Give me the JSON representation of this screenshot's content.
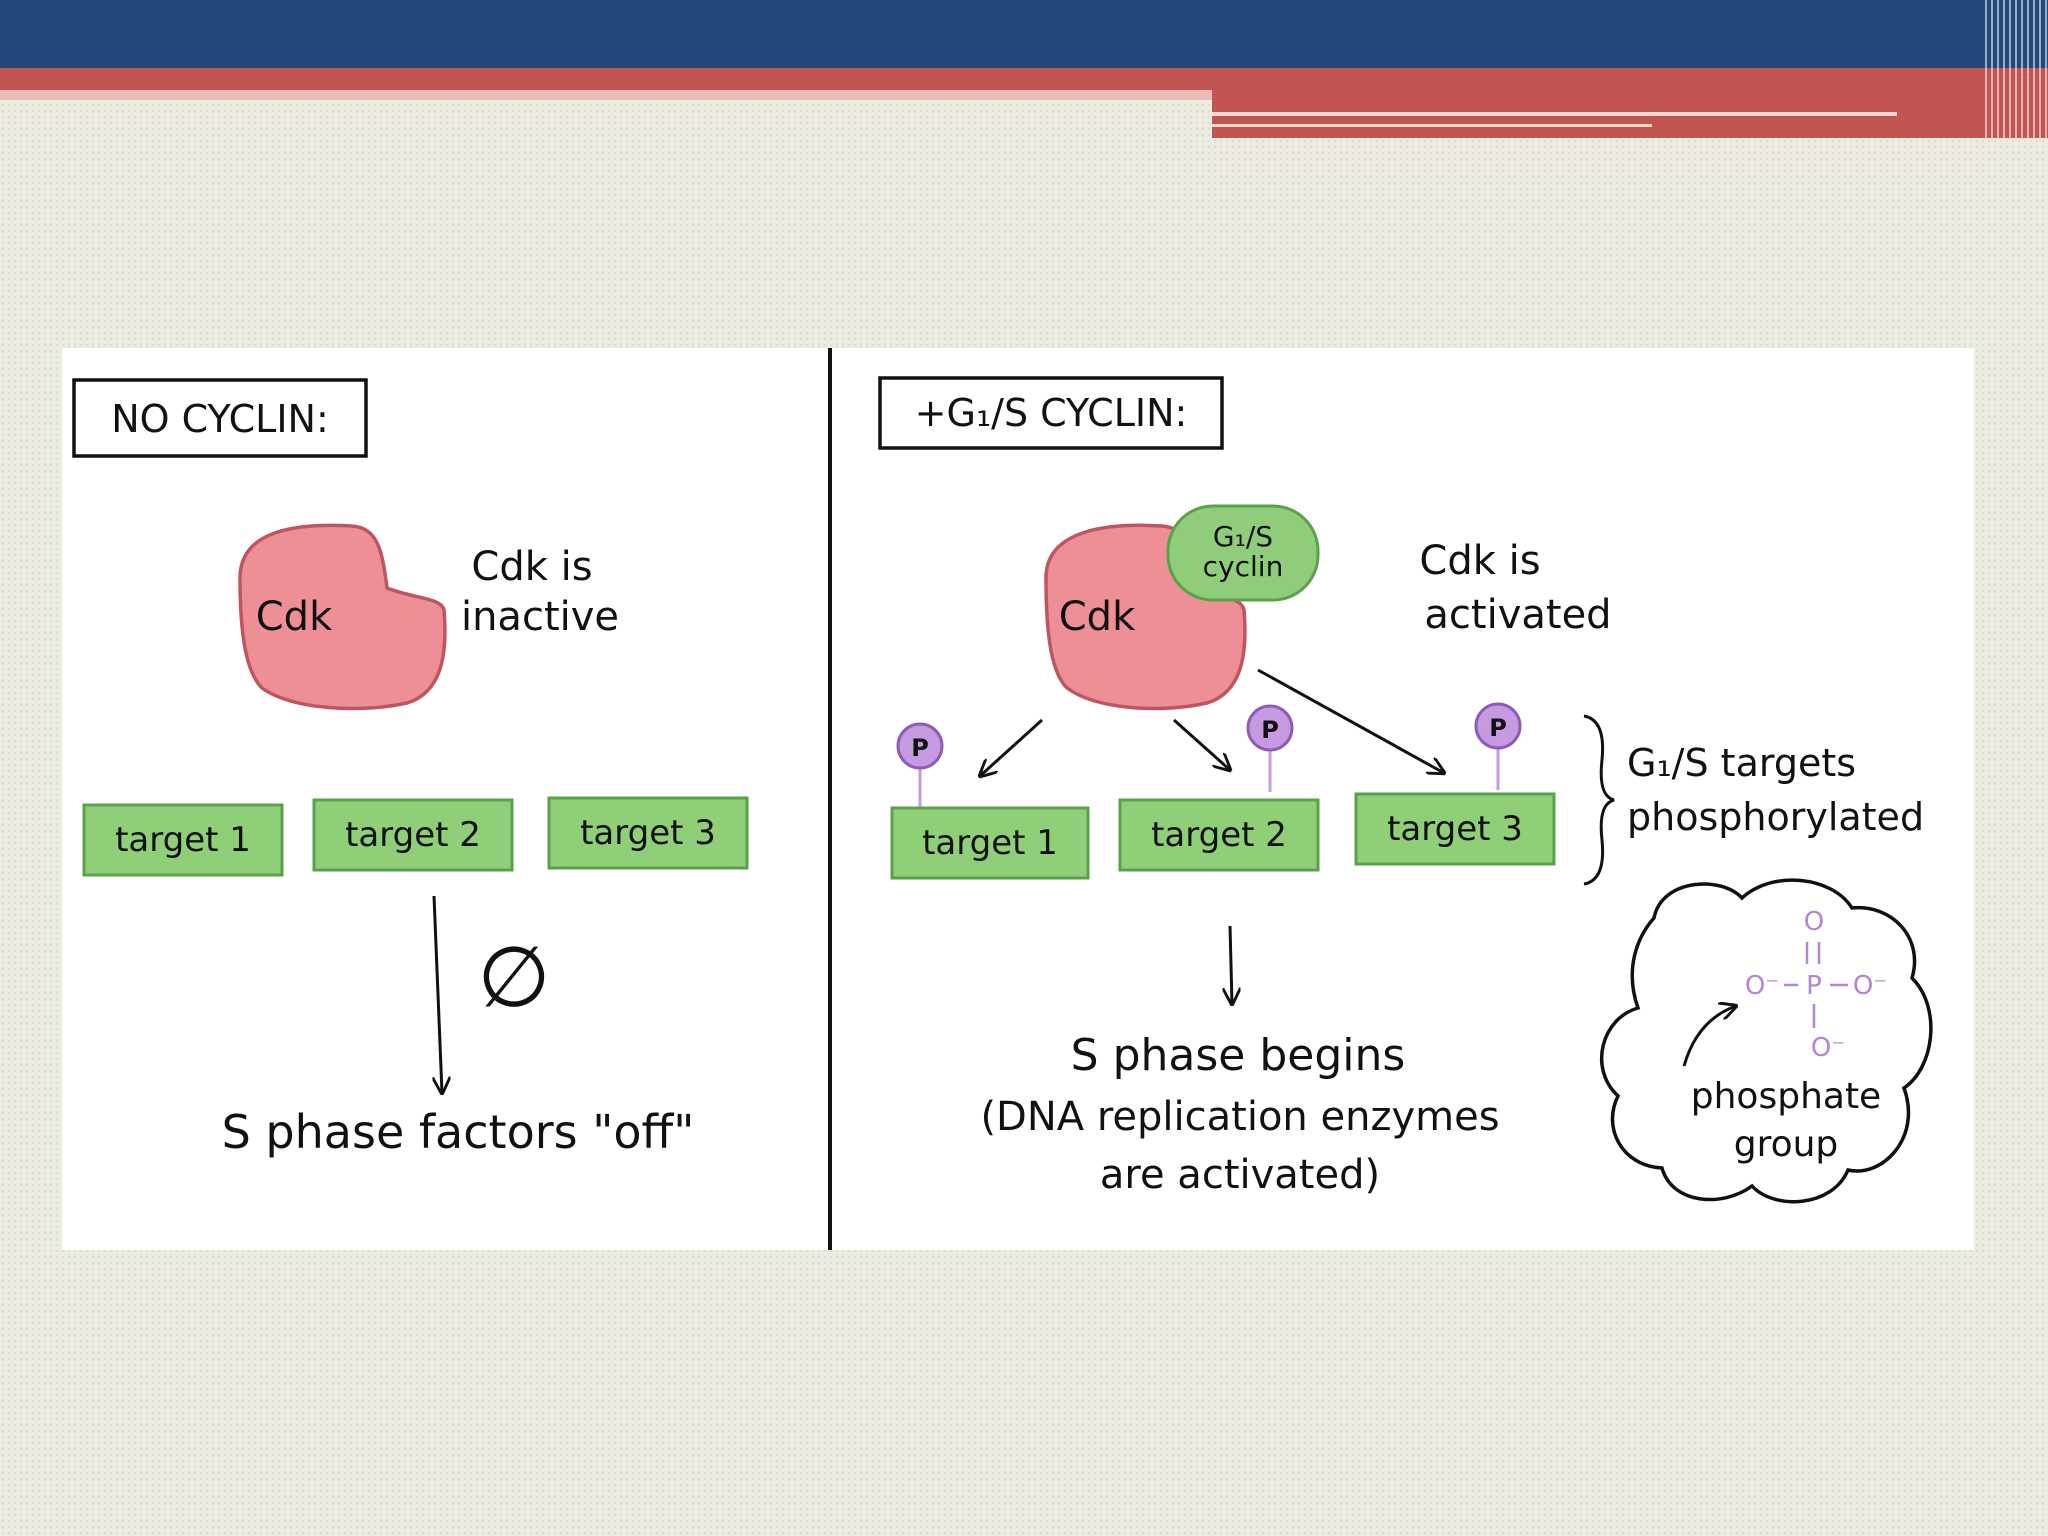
{
  "left_panel": {
    "header": "NO CYCLIN:",
    "cdk_label": "Cdk",
    "status_line1": "Cdk is",
    "status_line2": "inactive",
    "targets": [
      "target 1",
      "target 2",
      "target 3"
    ],
    "null_symbol": "∅",
    "result": "S phase factors \"off\""
  },
  "right_panel": {
    "header": "+G₁/S CYCLIN:",
    "cdk_label": "Cdk",
    "cyclin_line1": "G₁/S",
    "cyclin_line2": "cyclin",
    "status_line1": "Cdk is",
    "status_line2": "activated",
    "phospho_label": "P",
    "targets": [
      "target 1",
      "target 2",
      "target 3"
    ],
    "brace_line1": "G₁/S targets",
    "brace_line2": "phosphorylated",
    "result_line1": "S phase begins",
    "result_line2": "(DNA replication enzymes",
    "result_line3": "are activated)",
    "phosphate": {
      "o_top": "O",
      "o_left": "O⁻",
      "p": "P",
      "o_right": "O⁻",
      "o_bottom": "O⁻",
      "label_line1": "phosphate",
      "label_line2": "group"
    }
  },
  "colors": {
    "cdk": "#ee8f96",
    "cyclin": "#8fcd7b",
    "target": "#8ecf77",
    "phospho": "#c59ae0",
    "phosphate_text": "#b486cf"
  }
}
